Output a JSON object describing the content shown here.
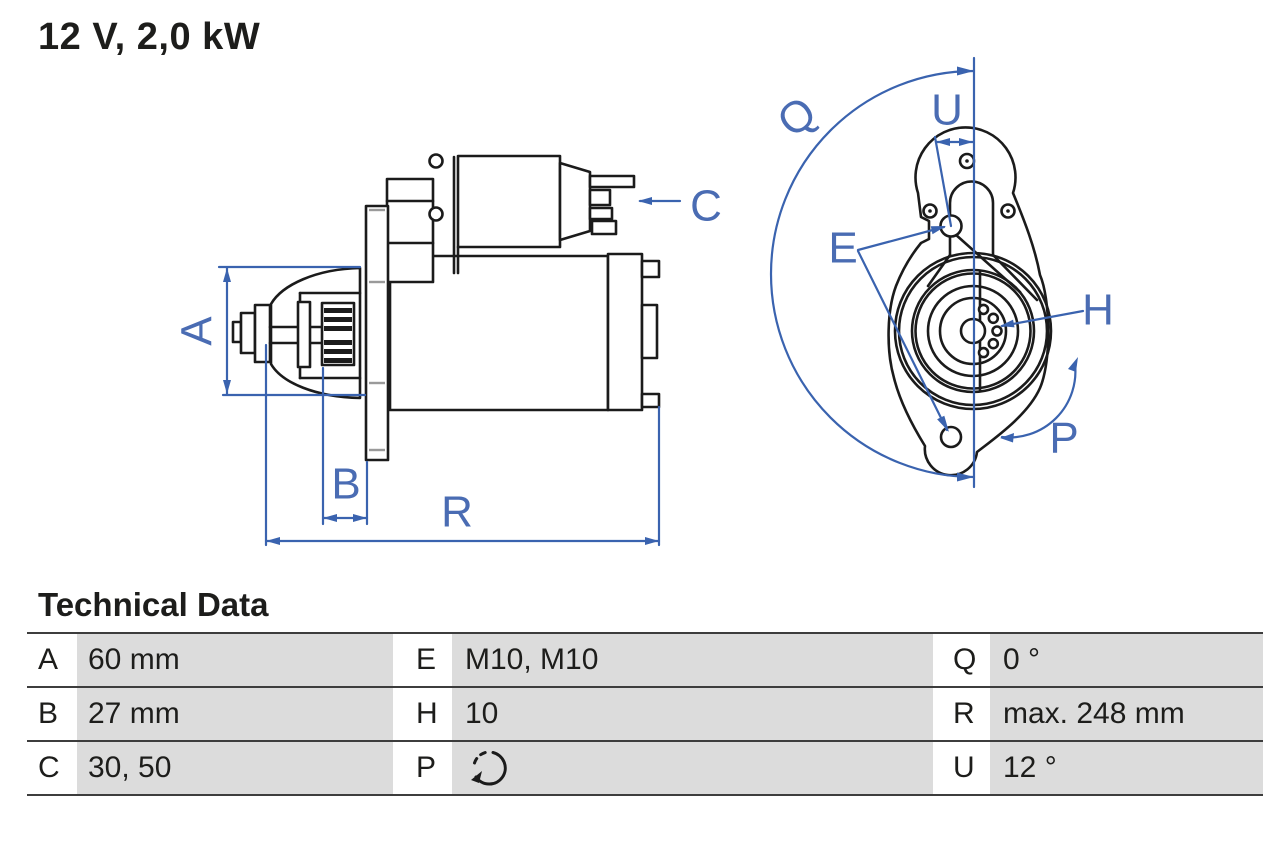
{
  "title": "12 V, 2,0 kW",
  "diagram": {
    "labels": {
      "a": "A",
      "b": "B",
      "c": "C",
      "e": "E",
      "h": "H",
      "p": "P",
      "q": "Q",
      "r": "R",
      "u": "U"
    },
    "colors": {
      "dimension_blue": "#3a63af",
      "outline_dark": "#1b1b1b"
    },
    "icons": {
      "rotation": "rotation-direction-icon"
    }
  },
  "table": {
    "heading": "Technical Data",
    "rows": [
      {
        "c1k": "A",
        "c1v": "60 mm",
        "c2k": "E",
        "c2v": "M10, M10",
        "c3k": "Q",
        "c3v": "0 °"
      },
      {
        "c1k": "B",
        "c1v": "27 mm",
        "c2k": "H",
        "c2v": "10",
        "c3k": "R",
        "c3v": "max. 248 mm"
      },
      {
        "c1k": "C",
        "c1v": "30, 50",
        "c2k": "P",
        "c2v": "",
        "c3k": "U",
        "c3v": "12 °"
      }
    ]
  }
}
